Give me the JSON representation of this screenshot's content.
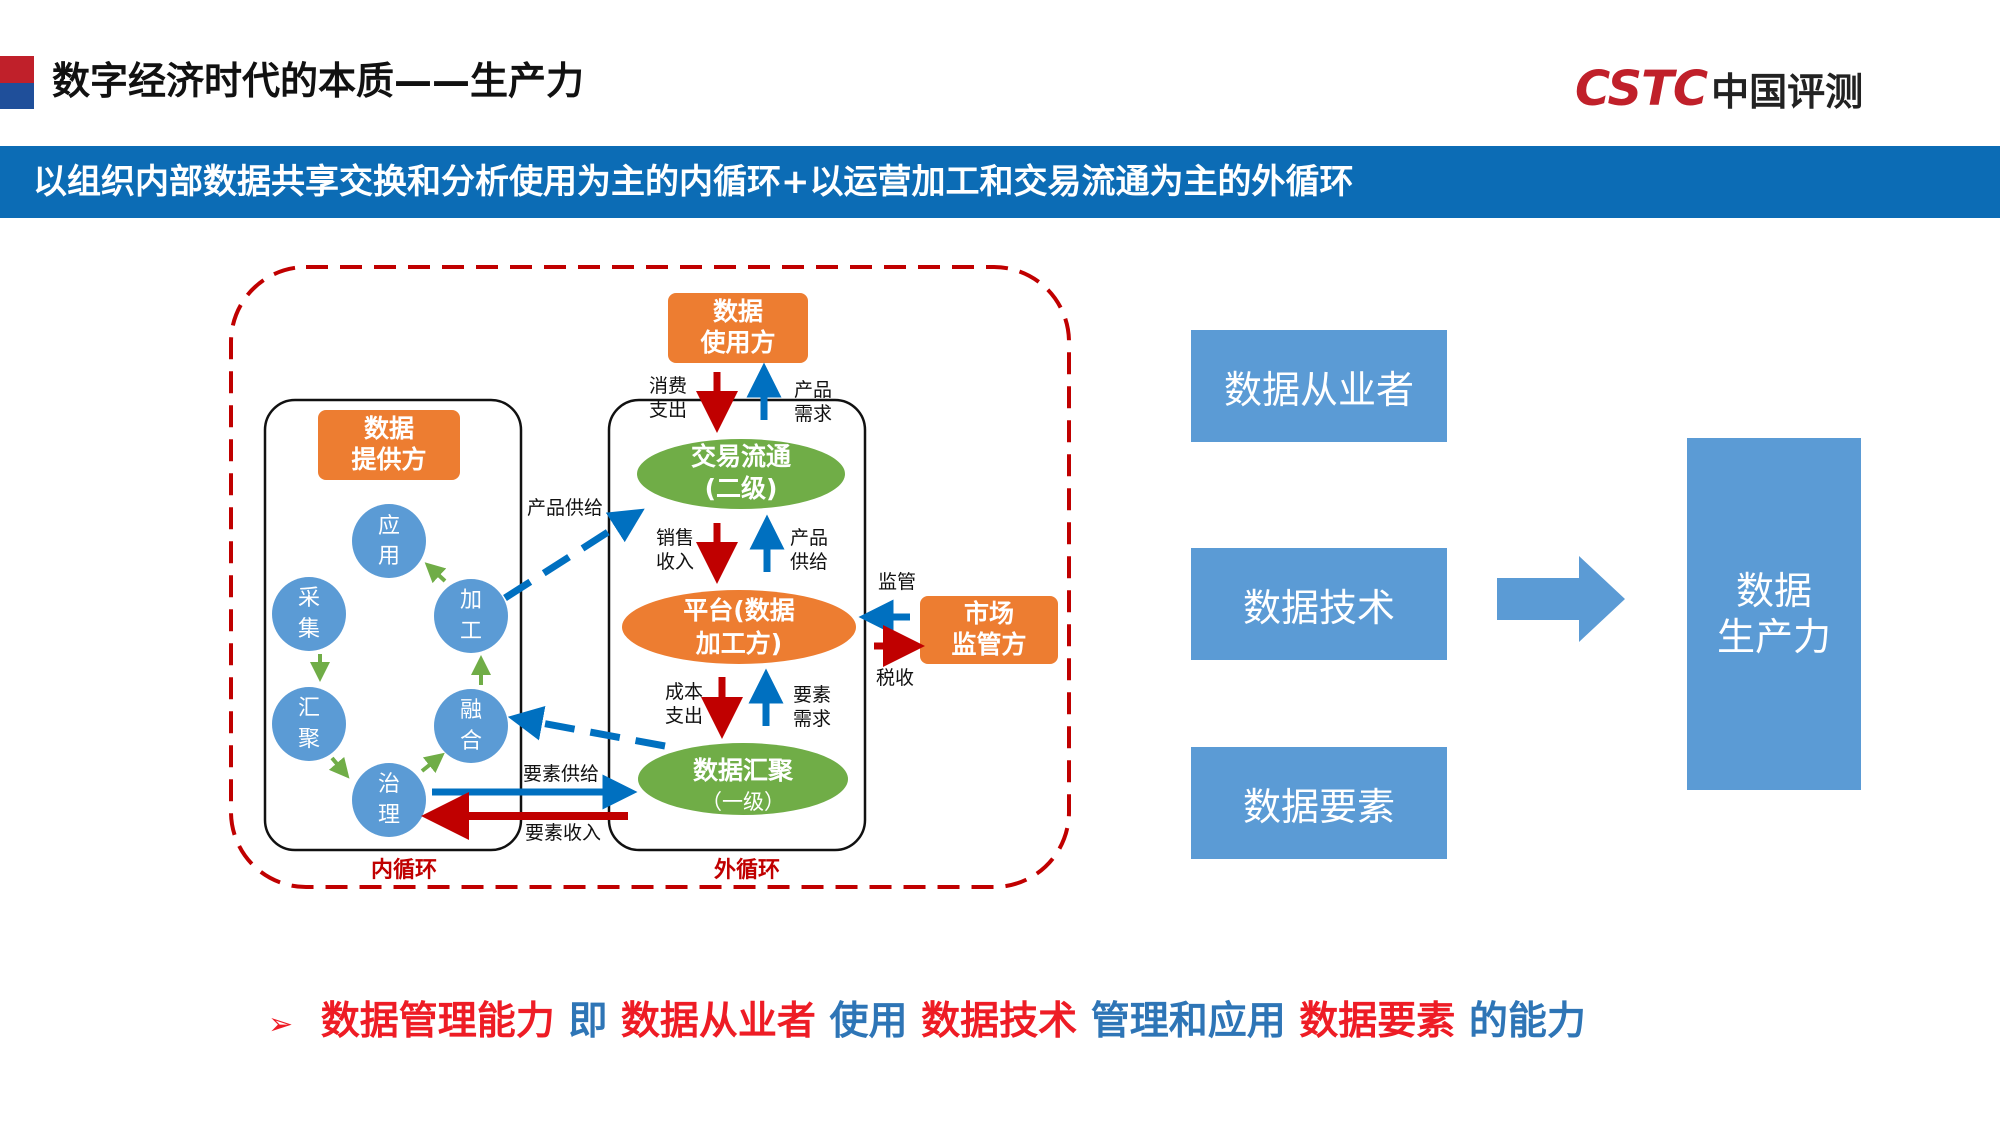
{
  "header": {
    "title": "数字经济时代的本质——生产力",
    "logo_latin": "CSTC",
    "logo_chinese": "中国评测"
  },
  "banner": {
    "text": "以组织内部数据共享交换和分析使用为主的内循环+以运营加工和交易流通为主的外循环"
  },
  "diagram": {
    "inner_loop": {
      "label": "内循环",
      "provider": [
        "数据",
        "提供方"
      ],
      "nodes": {
        "collect": [
          "采",
          "集"
        ],
        "aggregate": [
          "汇",
          "聚"
        ],
        "govern": [
          "治",
          "理"
        ],
        "fuse": [
          "融",
          "合"
        ],
        "process": [
          "加",
          "工"
        ],
        "apply": [
          "应",
          "用"
        ]
      }
    },
    "outer_loop": {
      "label": "外循环",
      "user": [
        "数据",
        "使用方"
      ],
      "trade": [
        "交易流通",
        "(二级)"
      ],
      "platform": [
        "平台(数据",
        "加工方)"
      ],
      "aggregate": [
        "数据汇聚",
        "（一级）"
      ]
    },
    "market": [
      "市场",
      "监管方"
    ],
    "flow_labels": {
      "consume_spend": [
        "消费",
        "支出"
      ],
      "product_demand": [
        "产品",
        "需求"
      ],
      "sales_income": [
        "销售",
        "收入"
      ],
      "product_supply_inner": [
        "产品",
        "供给"
      ],
      "cost_spend": [
        "成本",
        "支出"
      ],
      "element_demand": [
        "要素",
        "需求"
      ],
      "supervise": "监管",
      "tax": "税收",
      "product_supply": "产品供给",
      "element_supply": "要素供给",
      "element_income": "要素收入"
    },
    "colors": {
      "orange": "#ed7d31",
      "green": "#70ad47",
      "blue_node": "#5b9bd5",
      "red_arrow": "#c00000",
      "blue_arrow": "#0070c0",
      "dashed_border": "#c00000"
    }
  },
  "right_panel": {
    "practitioners": "数据从业者",
    "technology": "数据技术",
    "elements": "数据要素",
    "productivity": [
      "数据",
      "生产力"
    ]
  },
  "bottom": {
    "bullet": "➢",
    "segments": [
      {
        "text": "数据管理能力",
        "color": "red"
      },
      {
        "text": "即",
        "color": "blue"
      },
      {
        "text": "数据从业者",
        "color": "red"
      },
      {
        "text": "使用",
        "color": "blue"
      },
      {
        "text": "数据技术",
        "color": "red"
      },
      {
        "text": "管理和应用",
        "color": "blue"
      },
      {
        "text": "数据要素",
        "color": "red"
      },
      {
        "text": "的能力",
        "color": "blue"
      }
    ]
  }
}
